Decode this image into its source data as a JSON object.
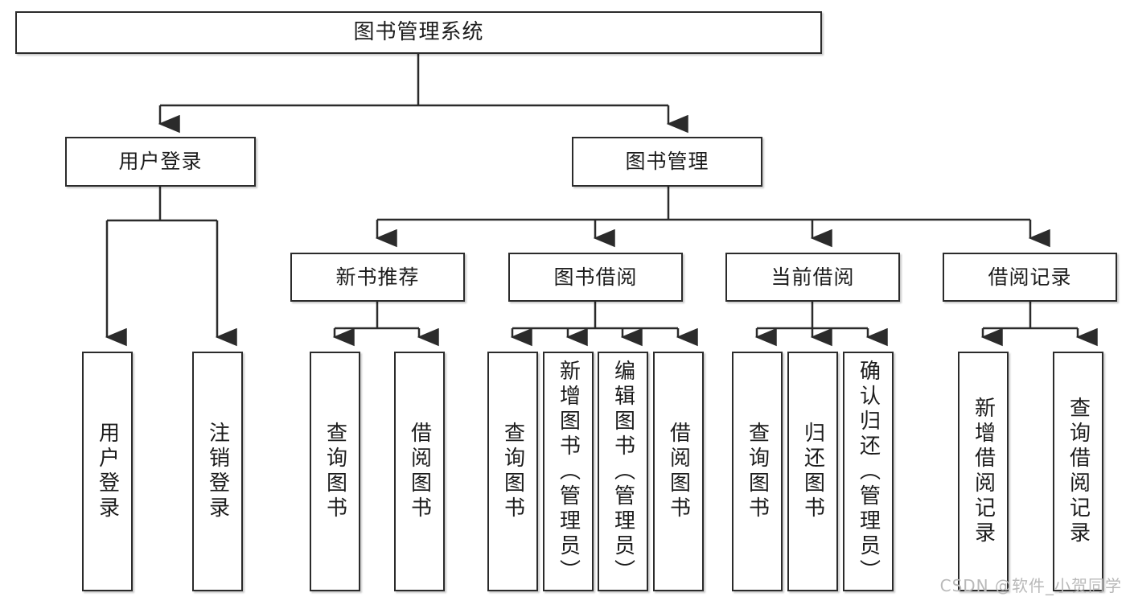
{
  "diagram": {
    "title": "图书管理系统",
    "type": "hierarchy-tree",
    "orientation": "top-down",
    "watermark": "CSDN @软件_小贺同学",
    "colors": {
      "box_border": "#2b2b2b",
      "box_fill": "#ffffff",
      "connector": "#2b2b2b",
      "text": "#1c1c1c",
      "watermark": "#b9b9b9",
      "canvas": "#ffffff"
    },
    "nodes": {
      "root": {
        "label": "图书管理系统"
      },
      "level2": [
        {
          "label": "用户登录"
        },
        {
          "label": "图书管理"
        }
      ],
      "level3": [
        {
          "label": "新书推荐"
        },
        {
          "label": "图书借阅"
        },
        {
          "label": "当前借阅"
        },
        {
          "label": "借阅记录"
        }
      ],
      "leaves": {
        "user_login": [
          {
            "label": "用户登录"
          },
          {
            "label": "注销登录"
          }
        ],
        "new_book": [
          {
            "label": "查询图书"
          },
          {
            "label": "借阅图书"
          }
        ],
        "book_borrow": [
          {
            "label": "查询图书"
          },
          {
            "label": "新增图书（管理员）"
          },
          {
            "label": "编辑图书（管理员）"
          },
          {
            "label": "借阅图书"
          }
        ],
        "current_borrow": [
          {
            "label": "查询图书"
          },
          {
            "label": "归还图书"
          },
          {
            "label": "确认归还（管理员）"
          }
        ],
        "borrow_record": [
          {
            "label": "新增借阅记录"
          },
          {
            "label": "查询借阅记录"
          }
        ]
      }
    }
  }
}
